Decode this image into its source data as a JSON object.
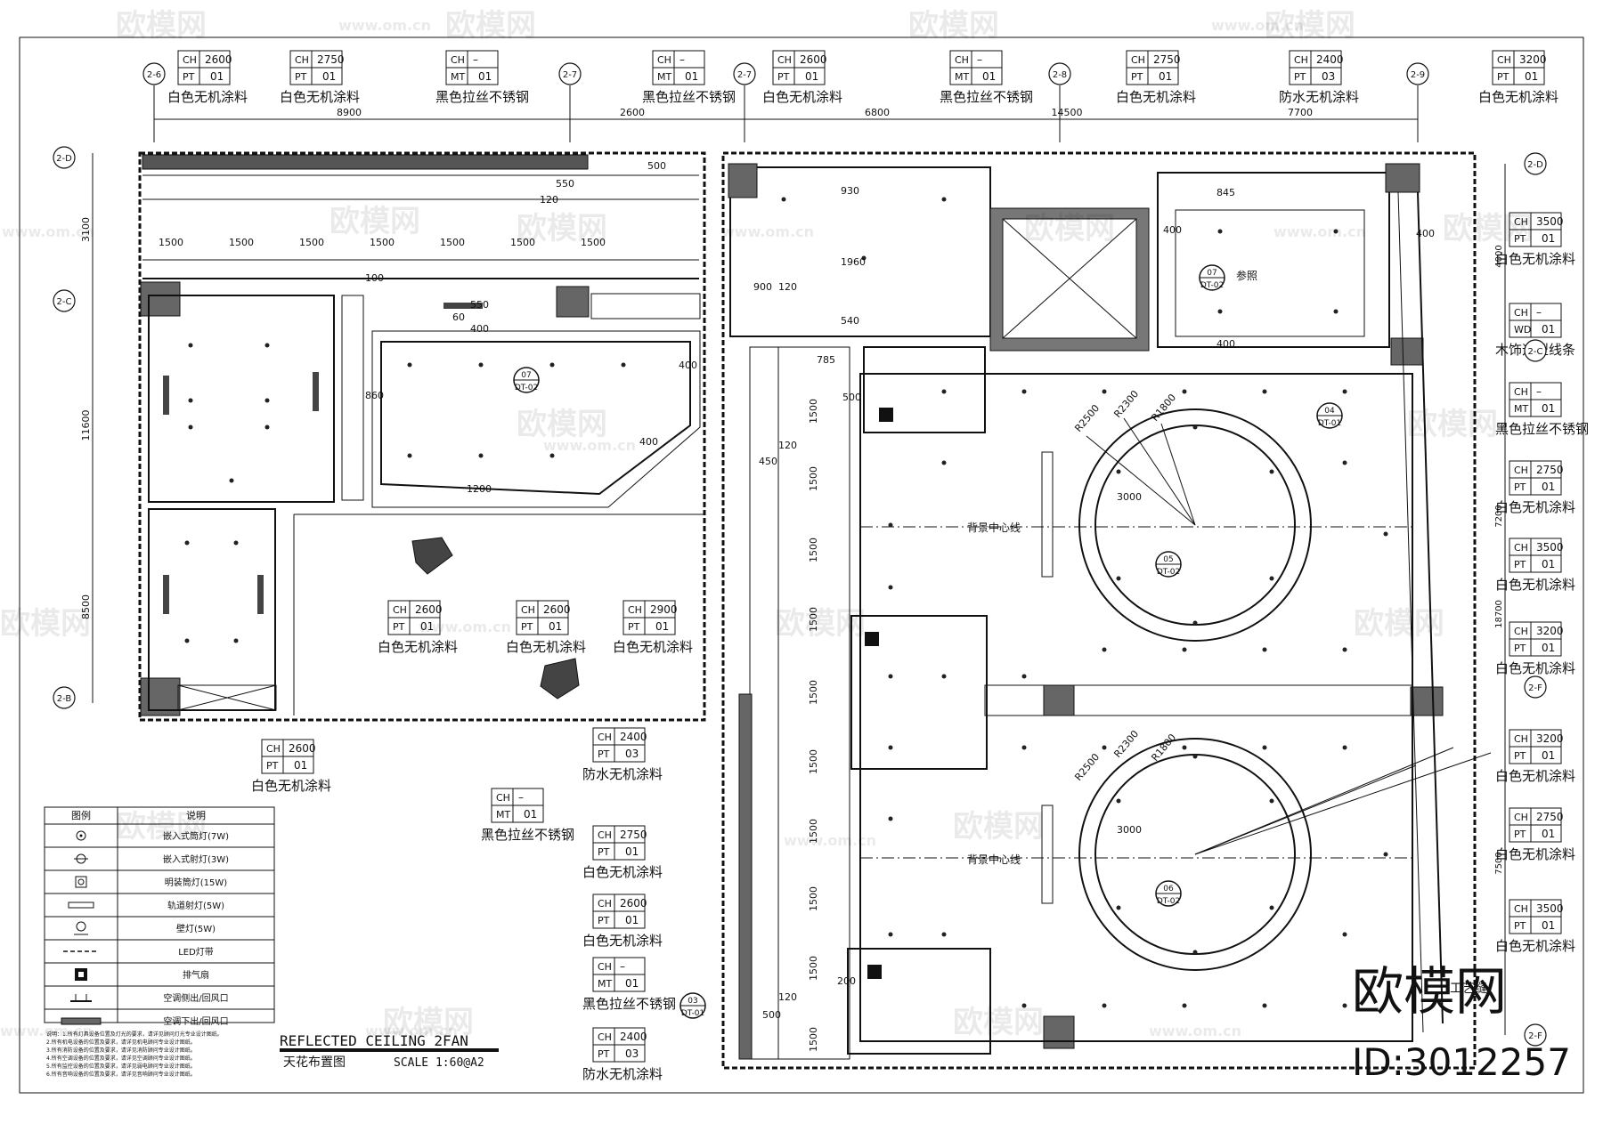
{
  "drawing": {
    "title_en": "REFLECTED  CEILING  2FAN",
    "title_cn": "天花布置图",
    "scale": "SCALE 1:60@A2"
  },
  "watermark": {
    "brand": "欧模网",
    "site": "www.om.cn",
    "big_brand": "欧模网",
    "id_text": "ID:3012257"
  },
  "grid_labels": {
    "top": [
      "2-6",
      "2-7",
      "2-7",
      "2-8",
      "2-9"
    ],
    "left": [
      "2-D",
      "2-C",
      "2-B"
    ],
    "right": [
      "2-D",
      "2-C",
      "2-F",
      "2-F"
    ]
  },
  "dimensions": {
    "top": [
      "8900",
      "2600",
      "6800",
      "14500",
      "7700"
    ],
    "left": [
      "3100",
      "11600",
      "8500"
    ],
    "right": [
      "4000",
      "7200",
      "18700",
      "7500"
    ],
    "left_plan": [
      "1500",
      "1500",
      "1500",
      "1500",
      "1500",
      "1500",
      "1500",
      "550",
      "400",
      "860",
      "400",
      "400",
      "550",
      "500",
      "120",
      "100",
      "60",
      "1200"
    ],
    "right_plan": [
      "930",
      "1960",
      "540",
      "900",
      "120",
      "785",
      "500",
      "1500",
      "1500",
      "1500",
      "1500",
      "1500",
      "1500",
      "1500",
      "1500",
      "1500",
      "120",
      "450",
      "845",
      "400",
      "400",
      "400",
      "200",
      "500",
      "1500",
      "120"
    ],
    "circle1": [
      "R2500",
      "R2300",
      "R1800",
      "3000"
    ],
    "circle2": [
      "R2500",
      "R2300",
      "R1800",
      "3000"
    ]
  },
  "tags": [
    {
      "ch": "2600",
      "code": "PT",
      "num": "01",
      "note": "白色无机涂料"
    },
    {
      "ch": "2750",
      "code": "PT",
      "num": "01",
      "note": "白色无机涂料"
    },
    {
      "ch": "–",
      "code": "MT",
      "num": "01",
      "note": "黑色拉丝不锈钢"
    },
    {
      "ch": "–",
      "code": "MT",
      "num": "01",
      "note": "黑色拉丝不锈钢"
    },
    {
      "ch": "2600",
      "code": "PT",
      "num": "01",
      "note": "白色无机涂料"
    },
    {
      "ch": "–",
      "code": "MT",
      "num": "01",
      "note": "黑色拉丝不锈钢"
    },
    {
      "ch": "2750",
      "code": "PT",
      "num": "01",
      "note": "白色无机涂料"
    },
    {
      "ch": "2400",
      "code": "PT",
      "num": "03",
      "note": "防水无机涂料"
    },
    {
      "ch": "3200",
      "code": "PT",
      "num": "01",
      "note": "白色无机涂料"
    },
    {
      "ch": "3500",
      "code": "PT",
      "num": "01",
      "note": "白色无机涂料"
    },
    {
      "ch": "–",
      "code": "WD",
      "num": "01",
      "note": "木饰造型线条"
    },
    {
      "ch": "–",
      "code": "MT",
      "num": "01",
      "note": "黑色拉丝不锈钢"
    },
    {
      "ch": "2750",
      "code": "PT",
      "num": "01",
      "note": "白色无机涂料"
    },
    {
      "ch": "3500",
      "code": "PT",
      "num": "01",
      "note": "白色无机涂料"
    },
    {
      "ch": "3200",
      "code": "PT",
      "num": "01",
      "note": "白色无机涂料"
    },
    {
      "ch": "3200",
      "code": "PT",
      "num": "01",
      "note": "白色无机涂料"
    },
    {
      "ch": "2750",
      "code": "PT",
      "num": "01",
      "note": "白色无机涂料"
    },
    {
      "ch": "3500",
      "code": "PT",
      "num": "01",
      "note": "白色无机涂料"
    },
    {
      "ch": "2600",
      "code": "PT",
      "num": "01",
      "note": "白色无机涂料"
    },
    {
      "ch": "2600",
      "code": "PT",
      "num": "01",
      "note": "白色无机涂料"
    },
    {
      "ch": "2900",
      "code": "PT",
      "num": "01",
      "note": "白色无机涂料"
    },
    {
      "ch": "2600",
      "code": "PT",
      "num": "01",
      "note": "白色无机涂料"
    },
    {
      "ch": "2400",
      "code": "PT",
      "num": "03",
      "note": "防水无机涂料"
    },
    {
      "ch": "–",
      "code": "MT",
      "num": "01",
      "note": "黑色拉丝不锈钢"
    },
    {
      "ch": "2750",
      "code": "PT",
      "num": "01",
      "note": "白色无机涂料"
    },
    {
      "ch": "2600",
      "code": "PT",
      "num": "01",
      "note": "白色无机涂料"
    },
    {
      "ch": "–",
      "code": "MT",
      "num": "01",
      "note": "黑色拉丝不锈钢"
    },
    {
      "ch": "2400",
      "code": "PT",
      "num": "03",
      "note": "防水无机涂料"
    }
  ],
  "detail_markers": [
    {
      "num": "07",
      "ref": "DT-02"
    },
    {
      "num": "07",
      "ref": "DT-02"
    },
    {
      "num": "04",
      "ref": "DT-01"
    },
    {
      "num": "05",
      "ref": "DT-02"
    },
    {
      "num": "06",
      "ref": "DT-02"
    },
    {
      "num": "03",
      "ref": "DT-01"
    }
  ],
  "plan_notes": {
    "center_line_1": "背景中心线",
    "center_line_2": "背景中心线",
    "reference": "参照",
    "seam": "工艺缝"
  },
  "legend": {
    "header_symbol": "图例",
    "header_desc": "说明",
    "rows": [
      {
        "icon": "recessed-downlight-icon",
        "label": "嵌入式筒灯(7W)"
      },
      {
        "icon": "recessed-spotlight-icon",
        "label": "嵌入式射灯(3W)"
      },
      {
        "icon": "surface-downlight-icon",
        "label": "明装筒灯(15W)"
      },
      {
        "icon": "track-spotlight-icon",
        "label": "轨道射灯(5W)"
      },
      {
        "icon": "wall-lamp-icon",
        "label": "壁灯(5W)"
      },
      {
        "icon": "led-strip-icon",
        "label": "LED灯带"
      },
      {
        "icon": "exhaust-fan-icon",
        "label": "排气扇"
      },
      {
        "icon": "ac-side-vent-icon",
        "label": "空调侧出/回风口"
      },
      {
        "icon": "ac-down-vent-icon",
        "label": "空调下出/回风口"
      }
    ],
    "notes": [
      "说明：1.所有灯具设备位置及灯光的要求，请详见顾问灯光专业设计图纸。",
      "2.所有机电设备的位置及要求，请详见机电顾问专业设计图纸。",
      "3.所有消防设备的位置及要求，请详见消防顾问专业设计图纸。",
      "4.所有空调设备的位置及要求，请详见空调顾问专业设计图纸。",
      "5.所有监控设备的位置及要求，请详见弱电顾问专业设计图纸。",
      "6.所有音响设备的位置及要求，请详见音响顾问专业设计图纸。"
    ]
  }
}
